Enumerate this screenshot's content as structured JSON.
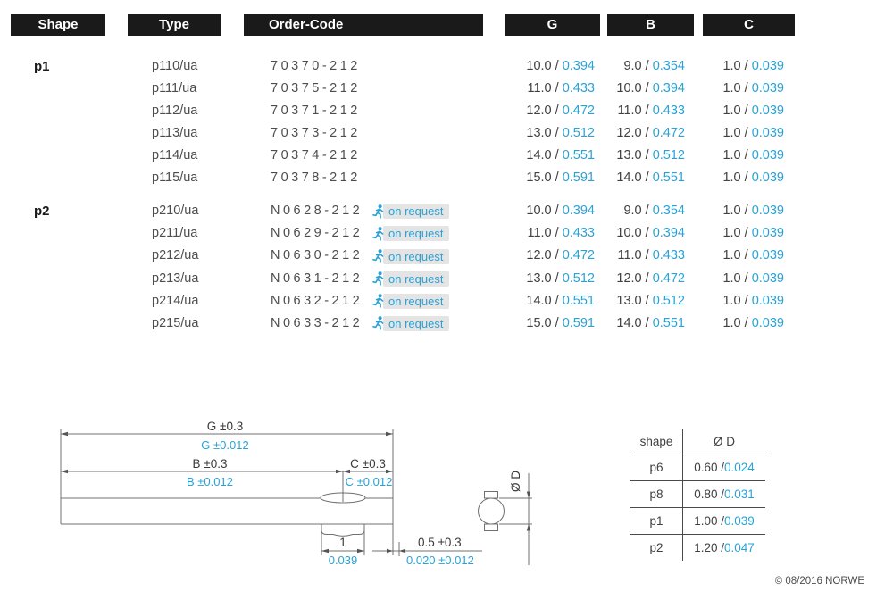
{
  "colors": {
    "accent_blue": "#2aa2d6",
    "header_bg": "#1a1a1a",
    "badge_bg": "#e4e4e4"
  },
  "header": {
    "shape": "Shape",
    "type": "Type",
    "order": "Order-Code",
    "g": "G",
    "b": "B",
    "c": "C"
  },
  "table": {
    "separator": " / ",
    "on_request_label": "on request",
    "groups": [
      {
        "shape": "p1",
        "rows": [
          {
            "type": "p110/ua",
            "order_code": "70370-212",
            "on_request": false,
            "g_mm": "10.0",
            "g_in": "0.394",
            "b_mm": "9.0",
            "b_in": "0.354",
            "c_mm": "1.0",
            "c_in": "0.039"
          },
          {
            "type": "p111/ua",
            "order_code": "70375-212",
            "on_request": false,
            "g_mm": "11.0",
            "g_in": "0.433",
            "b_mm": "10.0",
            "b_in": "0.394",
            "c_mm": "1.0",
            "c_in": "0.039"
          },
          {
            "type": "p112/ua",
            "order_code": "70371-212",
            "on_request": false,
            "g_mm": "12.0",
            "g_in": "0.472",
            "b_mm": "11.0",
            "b_in": "0.433",
            "c_mm": "1.0",
            "c_in": "0.039"
          },
          {
            "type": "p113/ua",
            "order_code": "70373-212",
            "on_request": false,
            "g_mm": "13.0",
            "g_in": "0.512",
            "b_mm": "12.0",
            "b_in": "0.472",
            "c_mm": "1.0",
            "c_in": "0.039"
          },
          {
            "type": "p114/ua",
            "order_code": "70374-212",
            "on_request": false,
            "g_mm": "14.0",
            "g_in": "0.551",
            "b_mm": "13.0",
            "b_in": "0.512",
            "c_mm": "1.0",
            "c_in": "0.039"
          },
          {
            "type": "p115/ua",
            "order_code": "70378-212",
            "on_request": false,
            "g_mm": "15.0",
            "g_in": "0.591",
            "b_mm": "14.0",
            "b_in": "0.551",
            "c_mm": "1.0",
            "c_in": "0.039"
          }
        ]
      },
      {
        "shape": "p2",
        "rows": [
          {
            "type": "p210/ua",
            "order_code": "N0628-212",
            "on_request": true,
            "g_mm": "10.0",
            "g_in": "0.394",
            "b_mm": "9.0",
            "b_in": "0.354",
            "c_mm": "1.0",
            "c_in": "0.039"
          },
          {
            "type": "p211/ua",
            "order_code": "N0629-212",
            "on_request": true,
            "g_mm": "11.0",
            "g_in": "0.433",
            "b_mm": "10.0",
            "b_in": "0.394",
            "c_mm": "1.0",
            "c_in": "0.039"
          },
          {
            "type": "p212/ua",
            "order_code": "N0630-212",
            "on_request": true,
            "g_mm": "12.0",
            "g_in": "0.472",
            "b_mm": "11.0",
            "b_in": "0.433",
            "c_mm": "1.0",
            "c_in": "0.039"
          },
          {
            "type": "p213/ua",
            "order_code": "N0631-212",
            "on_request": true,
            "g_mm": "13.0",
            "g_in": "0.512",
            "b_mm": "12.0",
            "b_in": "0.472",
            "c_mm": "1.0",
            "c_in": "0.039"
          },
          {
            "type": "p214/ua",
            "order_code": "N0632-212",
            "on_request": true,
            "g_mm": "14.0",
            "g_in": "0.551",
            "b_mm": "13.0",
            "b_in": "0.512",
            "c_mm": "1.0",
            "c_in": "0.039"
          },
          {
            "type": "p215/ua",
            "order_code": "N0633-212",
            "on_request": true,
            "g_mm": "15.0",
            "g_in": "0.591",
            "b_mm": "14.0",
            "b_in": "0.551",
            "c_mm": "1.0",
            "c_in": "0.039"
          }
        ]
      }
    ]
  },
  "drawing": {
    "g_mm": "G ±0.3",
    "g_in": "G ±0.012",
    "b_mm": "B ±0.3",
    "b_in": "B ±0.012",
    "c_mm": "C ±0.3",
    "c_in": "C ±0.012",
    "bead_mm": "1",
    "bead_in": "0.039",
    "end_mm": "0.5 ±0.3",
    "end_in": "0.020 ±0.012",
    "dia_label": "Ø D"
  },
  "diameter_table": {
    "col_shape": "shape",
    "col_d": "Ø D",
    "rows": [
      {
        "shape": "p6",
        "mm": "0.60",
        "inch": "0.024"
      },
      {
        "shape": "p8",
        "mm": "0.80",
        "inch": "0.031"
      },
      {
        "shape": "p1",
        "mm": "1.00",
        "inch": "0.039"
      },
      {
        "shape": "p2",
        "mm": "1.20",
        "inch": "0.047"
      }
    ]
  },
  "footer": {
    "copyright": "© 08/2016 NORWE"
  }
}
